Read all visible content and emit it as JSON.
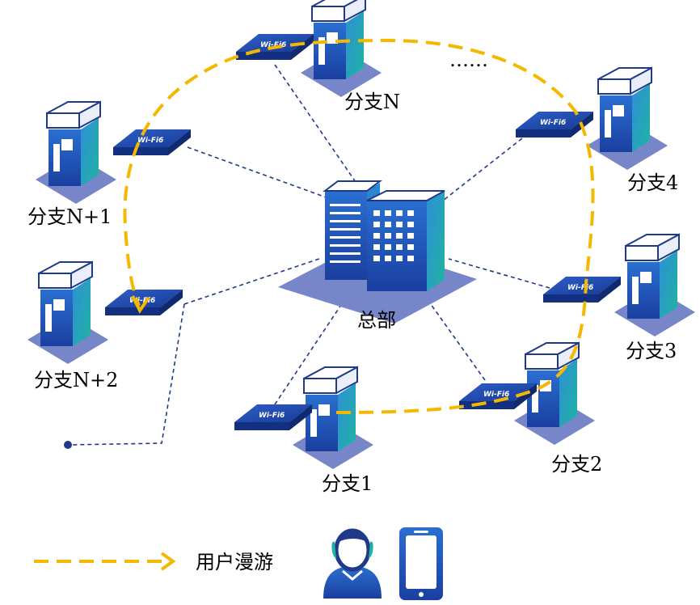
{
  "headquarters": {
    "label": "总部"
  },
  "ap_label": "Wi-Fi6",
  "branches": [
    {
      "id": "branch-1",
      "label": "分支1"
    },
    {
      "id": "branch-2",
      "label": "分支2"
    },
    {
      "id": "branch-3",
      "label": "分支3"
    },
    {
      "id": "branch-4",
      "label": "分支4"
    },
    {
      "id": "branch-n",
      "label": "分支N"
    },
    {
      "id": "branch-n1",
      "label": "分支N+1"
    },
    {
      "id": "branch-n2",
      "label": "分支N+2"
    }
  ],
  "ellipsis": "……",
  "legend": {
    "roaming_label": "用户漫游"
  },
  "colors": {
    "roaming_path": "#F5B800",
    "link_line": "#1F3A8A",
    "platform": "#7183C6",
    "ap_body": "#1E49B0",
    "building_front": "#1E5BB8",
    "building_side": "#1FA7A0"
  },
  "icons": [
    "building-icon",
    "headquarters-building-icon",
    "wifi6-access-point-icon",
    "user-icon",
    "smartphone-icon"
  ]
}
